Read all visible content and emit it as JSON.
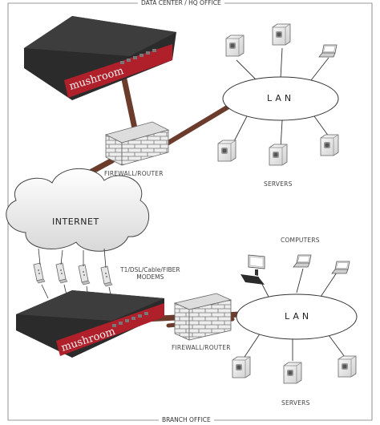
{
  "frame": {
    "top_title": "DATA  CENTER / HQ OFFICE",
    "bottom_title": "BRANCH OFFICE"
  },
  "hq": {
    "router_brand": "mushroom",
    "lan_label": "LAN",
    "firewall_label": "FIREWALL/ROUTER",
    "servers_label": "SERVERS"
  },
  "internet": {
    "label": "INTERNET",
    "modems_label_line1": "T1/DSL/Cable/FIBER",
    "modems_label_line2": "MODEMS"
  },
  "branch": {
    "router_brand": "mushroom",
    "lan_label": "LAN",
    "firewall_label": "FIREWALL/ROUTER",
    "servers_label": "SERVERS",
    "computers_label": "COMPUTERS"
  },
  "colors": {
    "cable": "#6b3c2c",
    "router_red": "#b0202a",
    "router_body": "#2a2a2a",
    "brick": "#e8e8e8",
    "frame_line": "#666666"
  }
}
